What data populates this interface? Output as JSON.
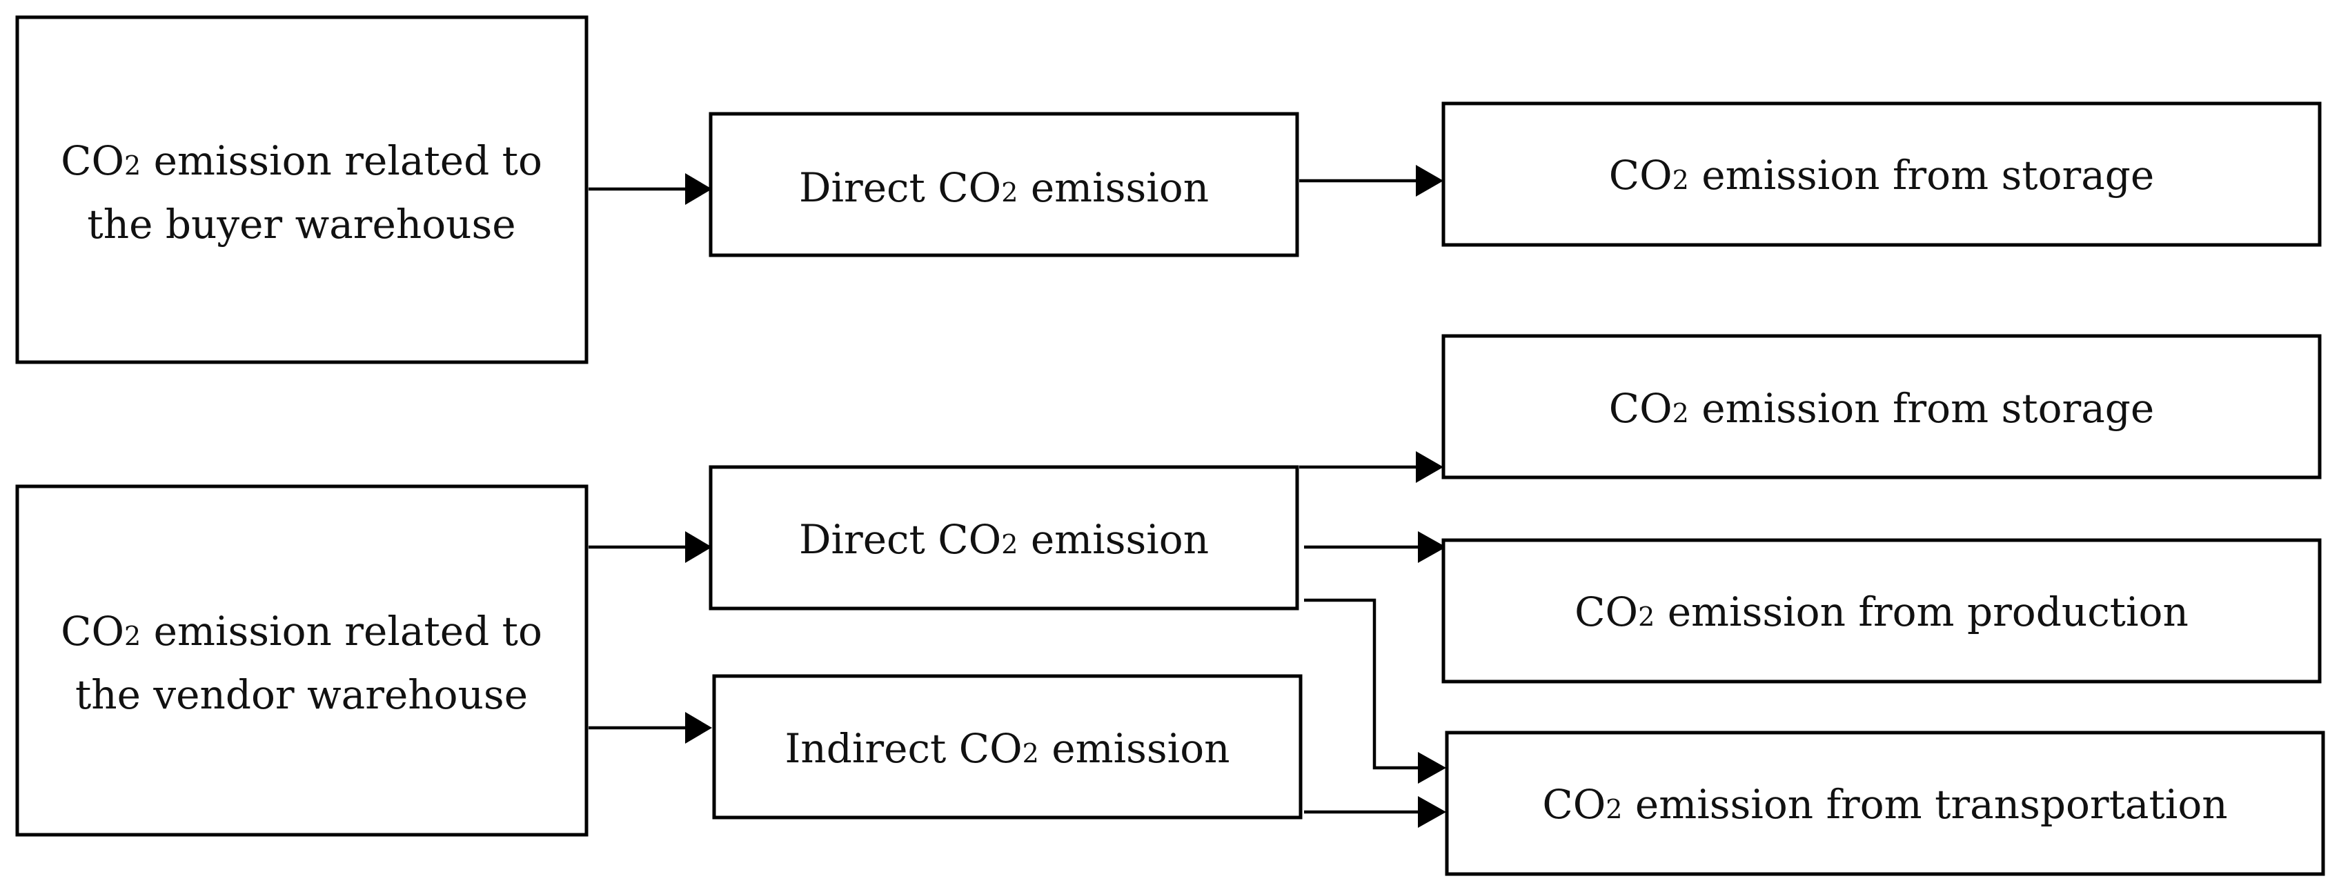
{
  "nodes": {
    "buyer": {
      "line1": {
        "pre": "CO",
        "sub": "2",
        "post": " emission related to"
      },
      "line2": {
        "pre": "the buyer warehouse",
        "sub": "",
        "post": ""
      }
    },
    "vendor": {
      "line1": {
        "pre": "CO",
        "sub": "2",
        "post": " emission related to"
      },
      "line2": {
        "pre": "the vendor warehouse",
        "sub": "",
        "post": ""
      }
    },
    "buyer_direct": {
      "pre": "Direct CO",
      "sub": "2",
      "post": " emission"
    },
    "vendor_direct": {
      "pre": "Direct CO",
      "sub": "2",
      "post": " emission"
    },
    "vendor_indirect": {
      "pre": "Indirect CO",
      "sub": "2",
      "post": " emission"
    },
    "buyer_storage": {
      "pre": "CO",
      "sub": "2",
      "post": " emission from storage"
    },
    "vendor_storage": {
      "pre": "CO",
      "sub": "2",
      "post": " emission from storage"
    },
    "vendor_production": {
      "pre": "CO",
      "sub": "2",
      "post": " emission from production"
    },
    "vendor_transportation": {
      "pre": "CO",
      "sub": "2",
      "post": " emission from transportation"
    }
  },
  "edges": [
    {
      "from": "buyer",
      "to": "buyer_direct"
    },
    {
      "from": "buyer_direct",
      "to": "buyer_storage"
    },
    {
      "from": "vendor",
      "to": "vendor_direct"
    },
    {
      "from": "vendor",
      "to": "vendor_indirect"
    },
    {
      "from": "vendor_direct",
      "to": "vendor_storage"
    },
    {
      "from": "vendor_direct",
      "to": "vendor_production"
    },
    {
      "from": "vendor_direct",
      "to": "vendor_transportation"
    },
    {
      "from": "vendor_indirect",
      "to": "vendor_transportation"
    }
  ]
}
